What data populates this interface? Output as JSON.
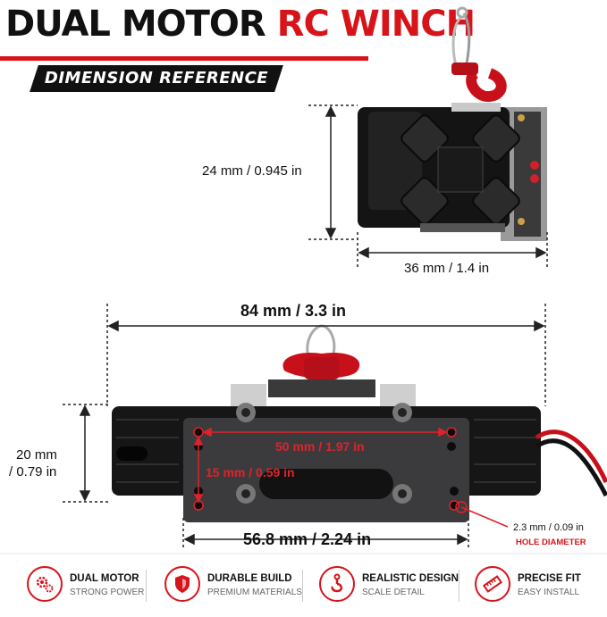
{
  "header": {
    "title_part1": "DUAL MOTOR",
    "title_part2": "RC WINCH",
    "subtitle": "DIMENSION REFERENCE"
  },
  "dimensions": {
    "top_height": "24 mm / 0.945 in",
    "top_width": "36 mm / 1.4 in",
    "front_length": "84 mm / 3.3 in",
    "front_height_mm": "20 mm",
    "front_height_in": "/ 0.79 in",
    "hole_spacing_h": "50 mm / 1.97 in",
    "hole_spacing_v": "15 mm / 0.59 in",
    "plate_width": "56.8 mm / 2.24 in",
    "hole_size": "2.3 mm / 0.09 in",
    "hole_label": "HOLE DIAMETER"
  },
  "features": [
    {
      "title": "DUAL MOTOR",
      "sub": "STRONG POWER",
      "icon": "gears-icon"
    },
    {
      "title": "DURABLE BUILD",
      "sub": "PREMIUM MATERIALS",
      "icon": "shield-icon"
    },
    {
      "title": "REALISTIC DESIGN",
      "sub": "SCALE DETAIL",
      "icon": "hook-icon"
    },
    {
      "title": "PRECISE FIT",
      "sub": "EASY INSTALL",
      "icon": "ruler-icon"
    }
  ],
  "colors": {
    "accent": "#d8141b",
    "dark": "#111111"
  }
}
